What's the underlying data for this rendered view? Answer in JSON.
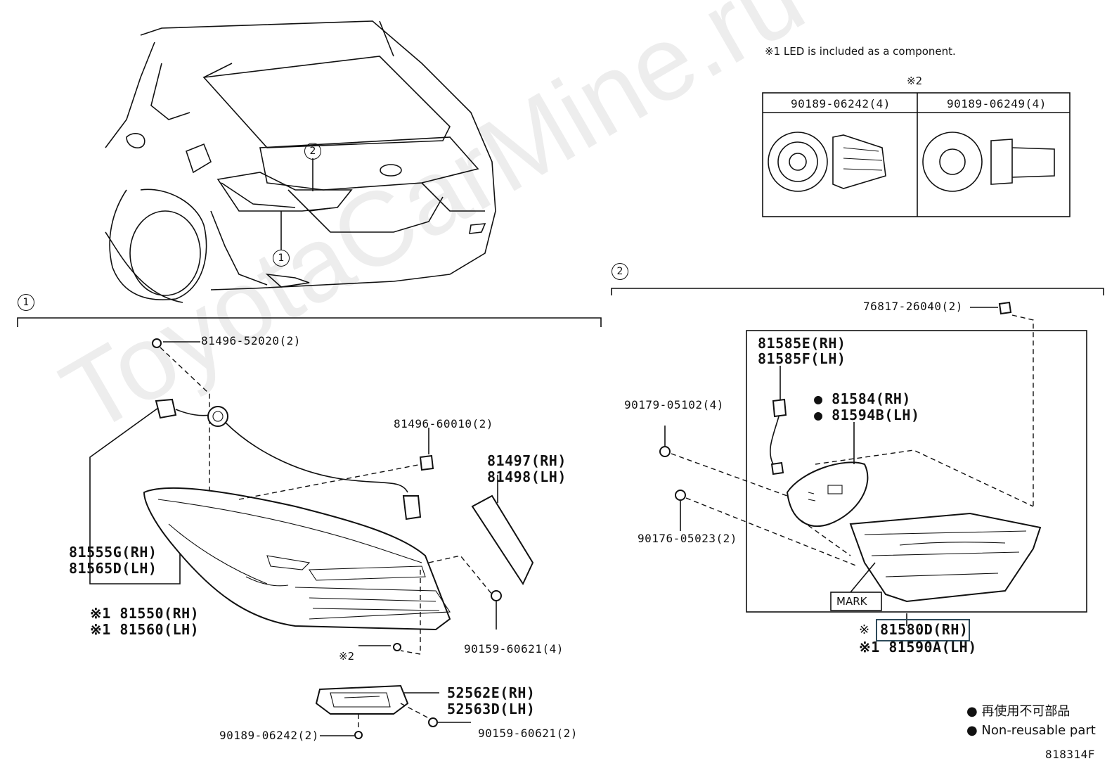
{
  "watermark": "ToyotaCarMine.ru",
  "notes": {
    "led": "※1 LED is included as a component.",
    "ref2": "※2"
  },
  "clip_table": {
    "col1": "90189-06242(4)",
    "col2": "90189-06249(4)"
  },
  "callouts": {
    "c1": "1",
    "c2": "2"
  },
  "group1": {
    "label": "1",
    "p81496_52020": "81496-52020(2)",
    "p81496_60010": "81496-60010(2)",
    "p81497": "81497(RH)",
    "p81498": "81498(LH)",
    "p81555G": "81555G(RH)",
    "p81565D": "81565D(LH)",
    "p81550": "※1 81550(RH)",
    "p81560": "※1 81560(LH)",
    "p90159_a": "90159-60621(4)",
    "ref2": "※2",
    "p52562E": "52562E(RH)",
    "p52563D": "52563D(LH)",
    "p90189": "90189-06242(2)",
    "p90159_b": "90159-60621(2)"
  },
  "group2": {
    "label": "2",
    "p76817": "76817-26040(2)",
    "p81585E": "81585E(RH)",
    "p81585F": "81585F(LH)",
    "p81584": "● 81584(RH)",
    "p81594B": "● 81594B(LH)",
    "p90179": "90179-05102(4)",
    "p90176": "90176-05023(2)",
    "mark": "MARK",
    "p81580D_prefix": "※",
    "p81580D": "81580D(RH)",
    "p81590A": "※1 81590A(LH)"
  },
  "legend": {
    "item1": "● 再使用不可部品",
    "item2": "● Non-reusable part"
  },
  "figure_id": "818314F"
}
